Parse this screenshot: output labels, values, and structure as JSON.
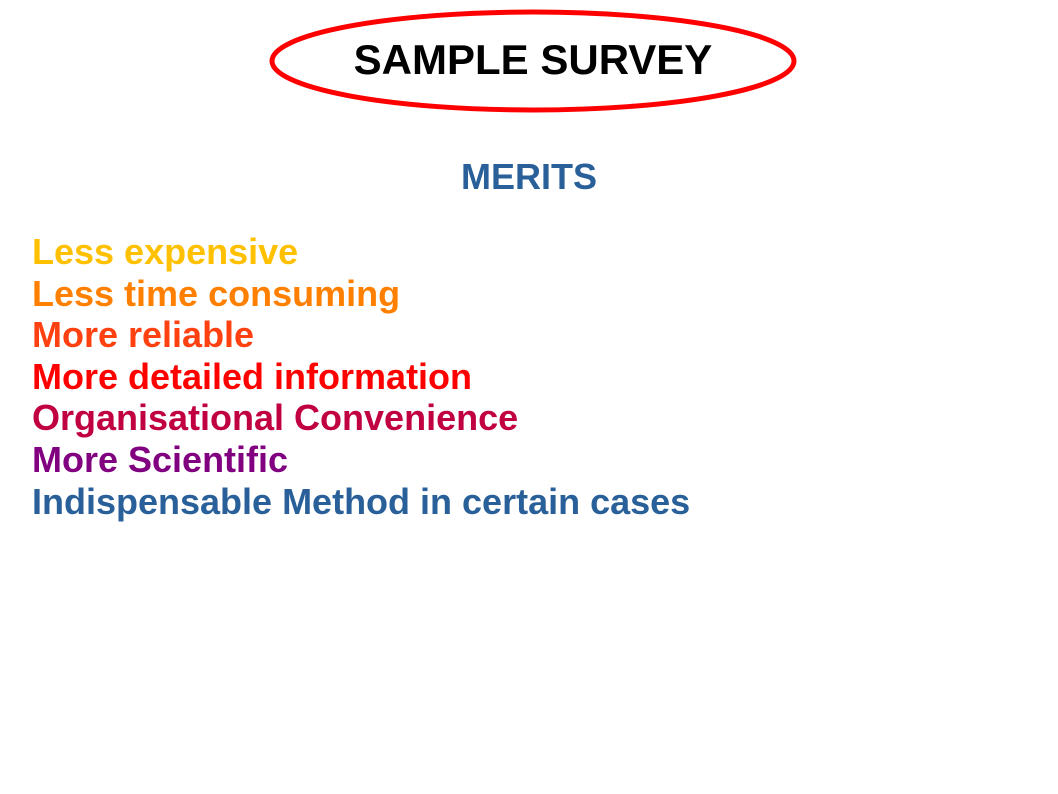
{
  "title": "SAMPLE SURVEY",
  "title_ellipse_color": "#FF0000",
  "heading": "MERITS",
  "heading_color": "#2A6099",
  "merits": [
    {
      "text": "Less expensive",
      "color": "#FFC000"
    },
    {
      "text": "Less time consuming",
      "color": "#FF8000"
    },
    {
      "text": "More reliable",
      "color": "#FF4010"
    },
    {
      "text": "More detailed information",
      "color": "#FF0000"
    },
    {
      "text": "Organisational Convenience",
      "color": "#C00040"
    },
    {
      "text": "More Scientific",
      "color": "#800080"
    },
    {
      "text": "Indispensable Method in certain cases",
      "color": "#2A6099"
    }
  ]
}
